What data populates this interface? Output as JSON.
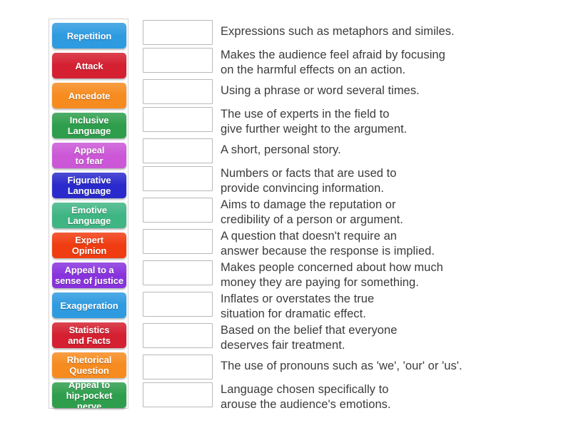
{
  "activity": {
    "type": "match-up-drag-and-drop",
    "tiles_panel": {
      "name": "persuasive-techniques-tiles",
      "tiles": [
        {
          "label": "Repetition",
          "color": "#2E9BE0",
          "lines": 1
        },
        {
          "label": "Attack",
          "color": "#D42030",
          "lines": 1
        },
        {
          "label": "Ancedote",
          "color": "#F68B1F",
          "lines": 1
        },
        {
          "label": "Inclusive\nLanguage",
          "color": "#2E9E4C",
          "lines": 2
        },
        {
          "label": "Appeal\nto fear",
          "color": "#CB57D6",
          "lines": 2
        },
        {
          "label": "Figurative\nLanguage",
          "color": "#2A2ACC",
          "lines": 2
        },
        {
          "label": "Emotive\nLanguage",
          "color": "#40B584",
          "lines": 2
        },
        {
          "label": "Expert\nOpinion",
          "color": "#F03C11",
          "lines": 2
        },
        {
          "label": "Appeal to a\nsense of justice",
          "color": "#8833DD",
          "lines": 2
        },
        {
          "label": "Exaggeration",
          "color": "#2E9BE0",
          "lines": 1
        },
        {
          "label": "Statistics\nand Facts",
          "color": "#D42030",
          "lines": 2
        },
        {
          "label": "Rhetorical\nQuestion",
          "color": "#F68B1F",
          "lines": 2
        },
        {
          "label": "Appeal to\nhip-pocket nerve",
          "color": "#2E9E4C",
          "lines": 2
        }
      ]
    },
    "rows": [
      {
        "answer": "",
        "definition": "Expressions such as metaphors and similes.",
        "lines": 1
      },
      {
        "answer": "",
        "definition": "Makes the audience feel afraid by focusing\non the harmful effects on an action.",
        "lines": 2
      },
      {
        "answer": "",
        "definition": "Using a phrase or word several times.",
        "lines": 1
      },
      {
        "answer": "",
        "definition": "The use of experts in the field to\ngive further weight to the argument.",
        "lines": 2
      },
      {
        "answer": "",
        "definition": "A short, personal story.",
        "lines": 1
      },
      {
        "answer": "",
        "definition": "Numbers or facts that are used to\nprovide convincing information.",
        "lines": 2
      },
      {
        "answer": "",
        "definition": "Aims to damage the reputation or\ncredibility of a person or argument.",
        "lines": 2
      },
      {
        "answer": "",
        "definition": "A question that doesn't require an\nanswer because the response is implied.",
        "lines": 2
      },
      {
        "answer": "",
        "definition": "Makes people concerned about how much\nmoney they are paying for something.",
        "lines": 2
      },
      {
        "answer": "",
        "definition": "Inflates or overstates the true\nsituation for dramatic effect.",
        "lines": 2
      },
      {
        "answer": "",
        "definition": "Based on the belief that everyone\ndeserves fair treatment.",
        "lines": 2
      },
      {
        "answer": "",
        "definition": "The use of pronouns such as 'we', 'our' or 'us'.",
        "lines": 1
      },
      {
        "answer": "",
        "definition": "Language chosen specifically to\narouse the audience's emotions.",
        "lines": 2
      }
    ],
    "colors": {
      "background": "#ffffff",
      "panel_border": "#d2d2d2",
      "dropbox_border": "#b9b9b9",
      "definition_text": "#3b3b3b",
      "tile_text": "#ffffff"
    }
  }
}
